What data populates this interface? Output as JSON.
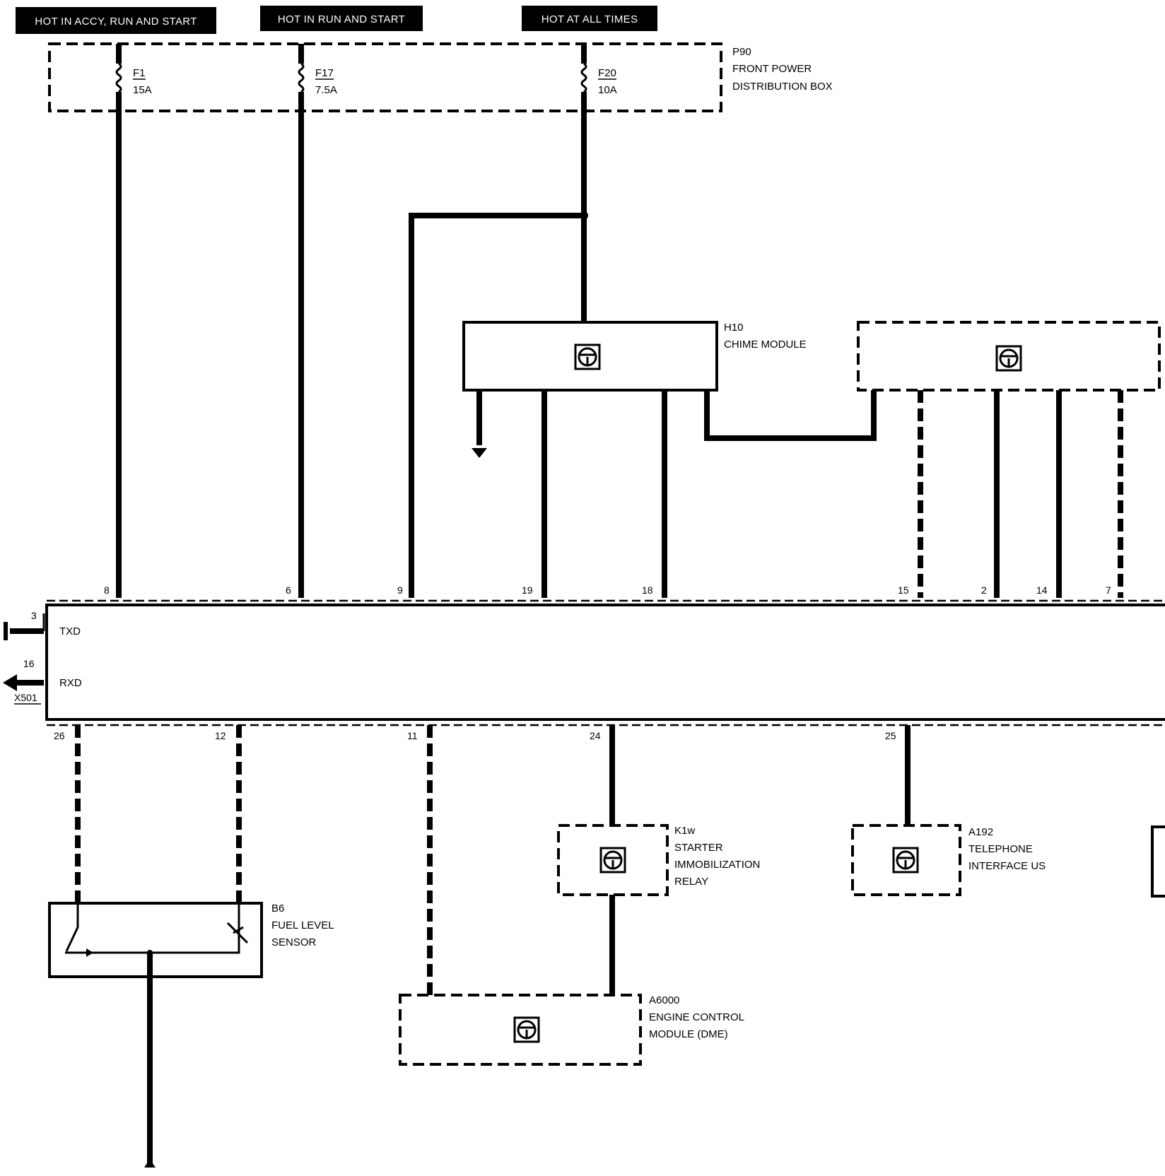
{
  "headers": {
    "accy_run_start": "HOT IN ACCY, RUN AND START",
    "run_start": "HOT IN RUN AND START",
    "all_times": "HOT AT ALL TIMES"
  },
  "power_box": {
    "id": "P90",
    "name_line1": "FRONT POWER",
    "name_line2": "DISTRIBUTION BOX",
    "fuses": [
      {
        "name": "F1",
        "rating": "15A"
      },
      {
        "name": "F17",
        "rating": "7.5A"
      },
      {
        "name": "F20",
        "rating": "10A"
      }
    ]
  },
  "chime_module": {
    "id": "H10",
    "name": "CHIME MODULE"
  },
  "main_module": {
    "top_pins": [
      "8",
      "6",
      "9",
      "19",
      "18",
      "15",
      "2",
      "14",
      "7"
    ],
    "bottom_pins": [
      "26",
      "12",
      "11",
      "24",
      "25"
    ],
    "txd": {
      "pin": "3",
      "label": "TXD"
    },
    "rxd": {
      "pin": "16",
      "label": "RXD"
    },
    "connector": "X501"
  },
  "fuel_sensor": {
    "id": "B6",
    "name_line1": "FUEL LEVEL",
    "name_line2": "SENSOR"
  },
  "starter_relay": {
    "id": "K1w",
    "name_line1": "STARTER",
    "name_line2": "IMMOBILIZATION",
    "name_line3": "RELAY"
  },
  "telephone": {
    "id": "A192",
    "name_line1": "TELEPHONE",
    "name_line2": "INTERFACE US"
  },
  "engine_module": {
    "id": "A6000",
    "name_line1": "ENGINE CONTROL",
    "name_line2": "MODULE (DME)"
  }
}
